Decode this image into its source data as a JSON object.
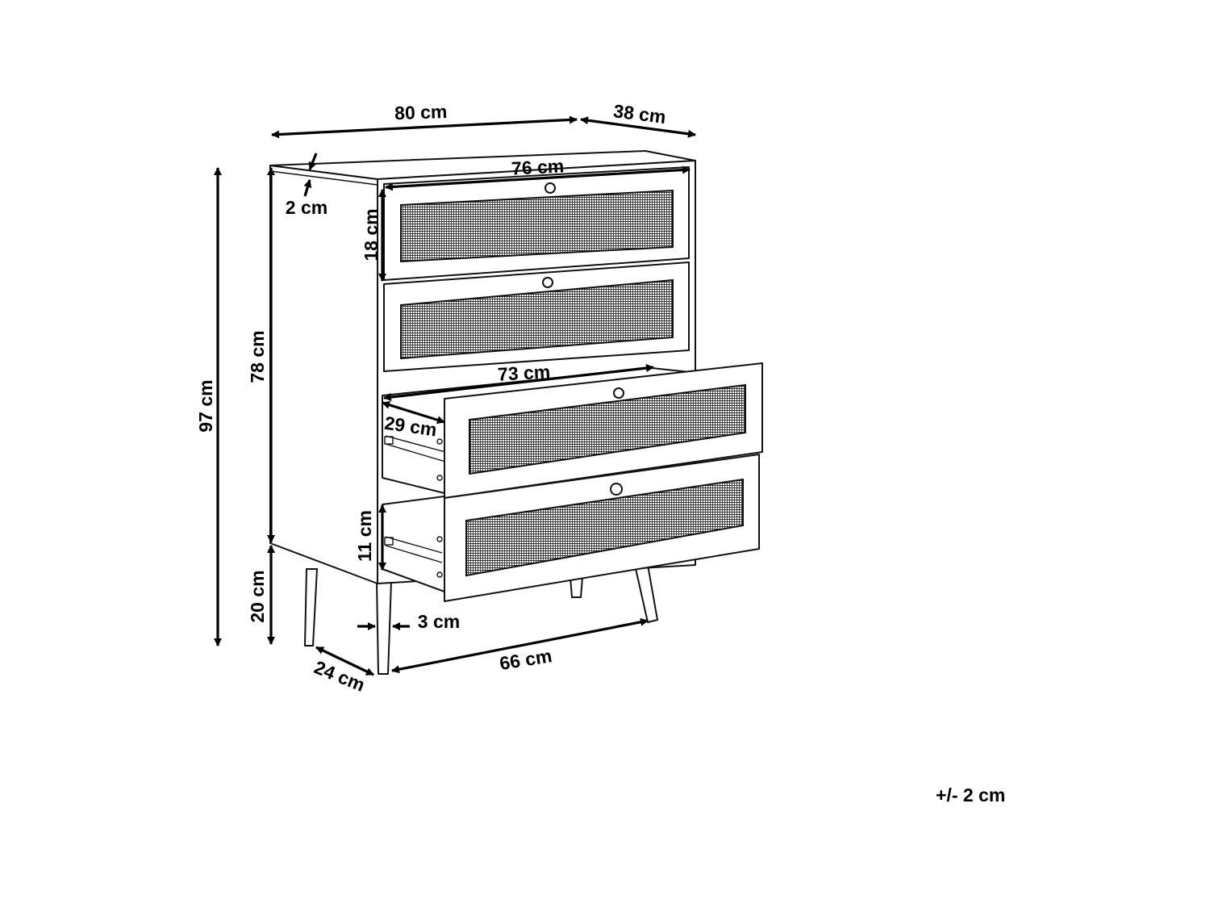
{
  "dimensions": {
    "width": "80 cm",
    "depth": "38 cm",
    "inner_width": "76 cm",
    "top_thickness": "2 cm",
    "drawer_height": "18 cm",
    "total_height": "97 cm",
    "body_height": "78 cm",
    "drawer_inner_width": "73 cm",
    "drawer_inner_depth": "29 cm",
    "drawer_inner_height": "11 cm",
    "leg_height": "20 cm",
    "leg_diameter": "3 cm",
    "leg_span_depth": "24 cm",
    "leg_span_width": "66 cm"
  },
  "tolerance": "+/- 2 cm"
}
